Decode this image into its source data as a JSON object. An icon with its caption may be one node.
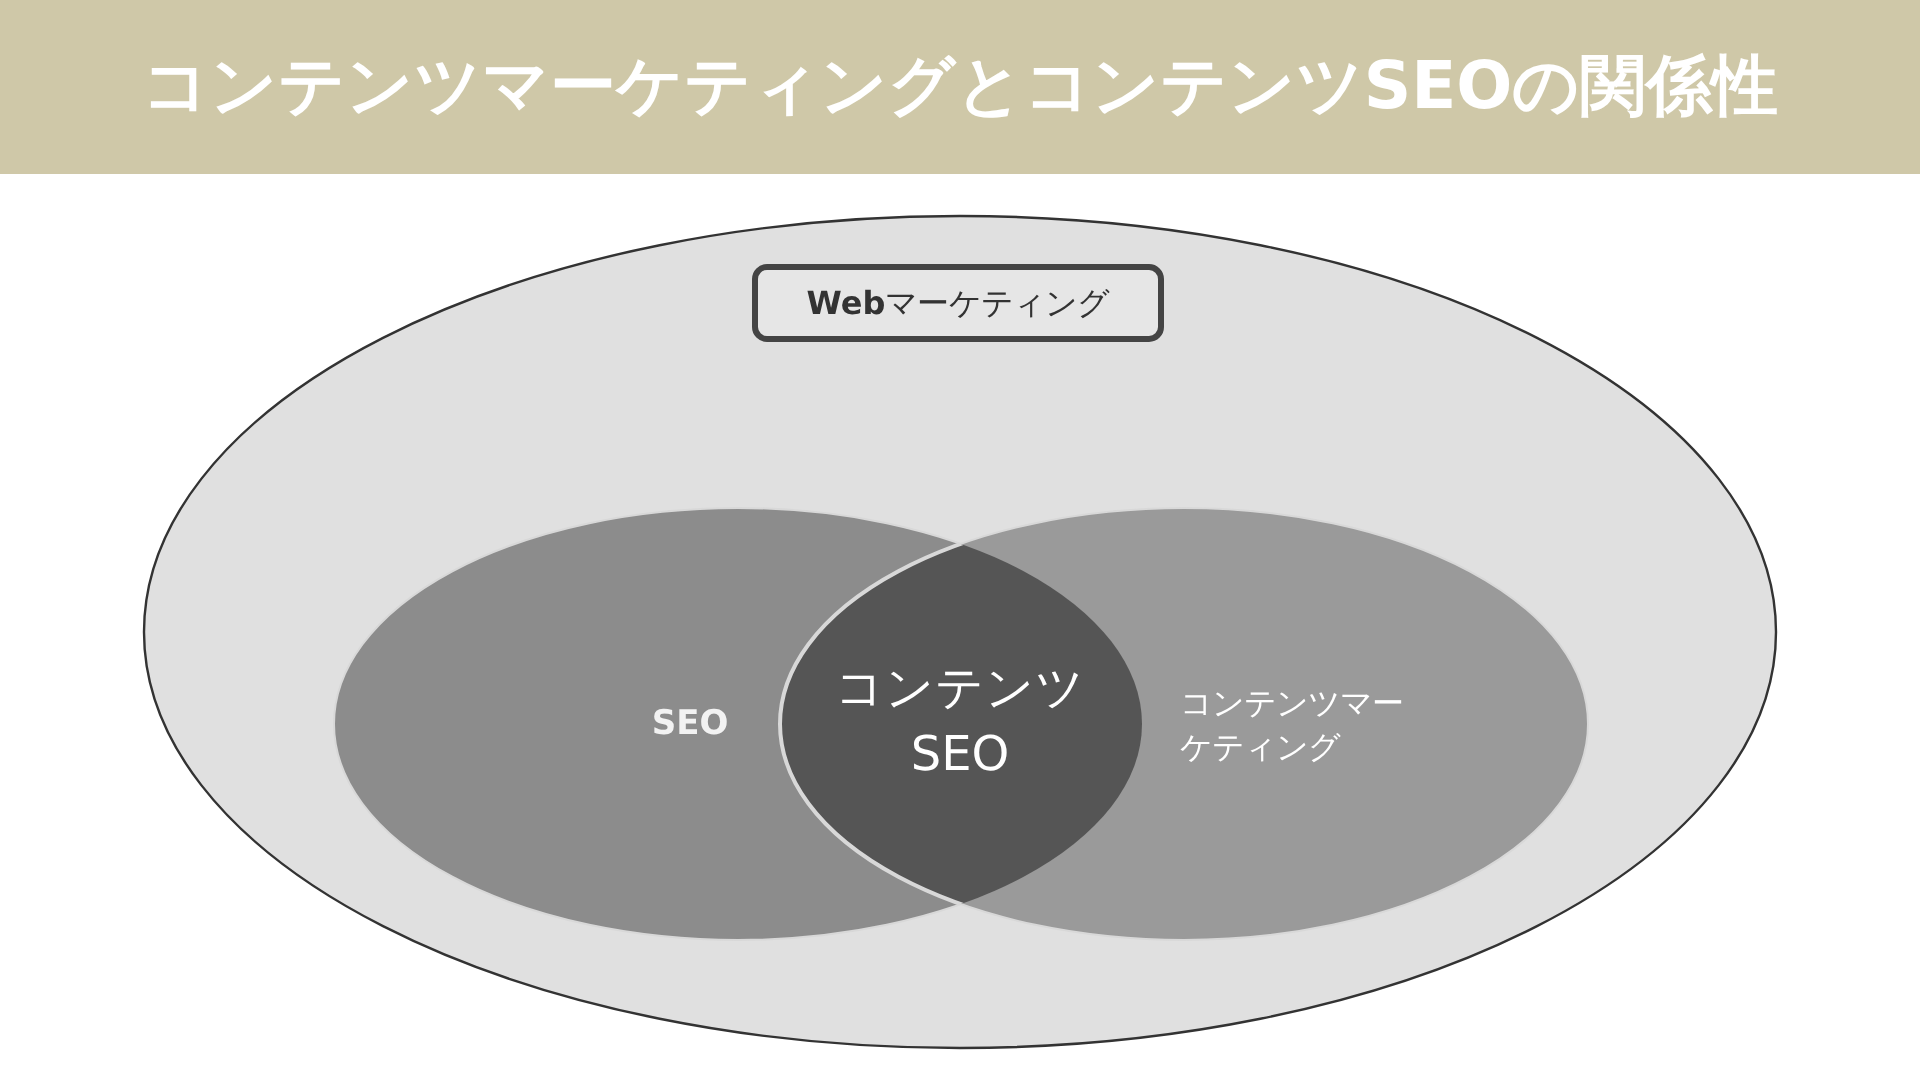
{
  "diagram": {
    "title": "コンテンツマーケティングとコンテンツSEOの関係性",
    "nodes": [
      {
        "text": [],
        "shape": "ellipse"
      },
      {
        "text": [
          "**Web**マーケティング"
        ],
        "in": 0
      },
      {
        "text": [
          "SEO"
        ],
        "in": 0
      },
      {
        "text": [
          "コンテンツマーケティング"
        ],
        "in": 0
      },
      {
        "text": [
          "コンテンツSEO"
        ],
        "in": 0
      }
    ]
  }
}
